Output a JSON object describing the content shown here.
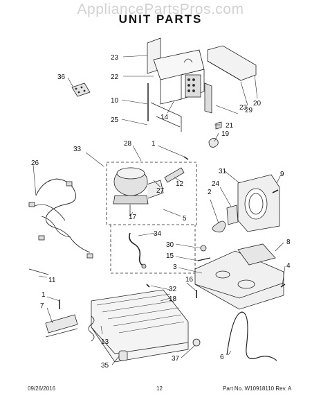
{
  "watermark": "AppliancePartsPros.com",
  "title": "UNIT  PARTS",
  "callouts": [
    "23",
    "22",
    "36",
    "10",
    "14",
    "25",
    "28",
    "1",
    "33",
    "26",
    "27",
    "12",
    "17",
    "5",
    "34",
    "31",
    "9",
    "2",
    "24",
    "30",
    "15",
    "3",
    "8",
    "4",
    "11",
    "1",
    "7",
    "16",
    "32",
    "18",
    "13",
    "35",
    "37",
    "6",
    "23",
    "29",
    "20",
    "21",
    "19"
  ],
  "footer": {
    "date": "09/26/2016",
    "page": "12",
    "part": "Part No. W10918110  Rev. A"
  }
}
